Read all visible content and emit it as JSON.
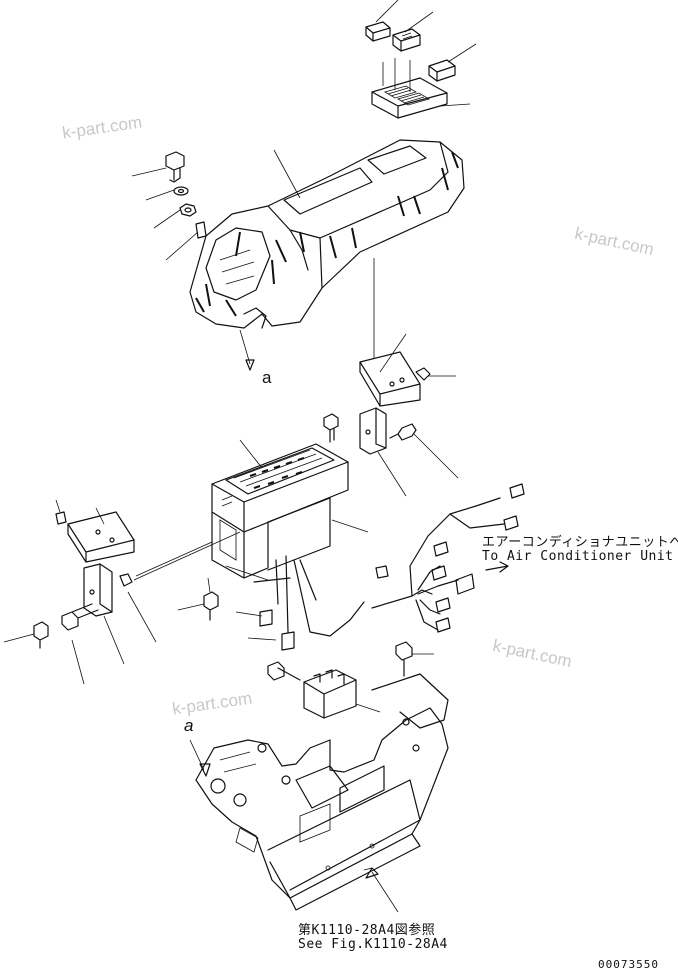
{
  "watermarks": [
    "k-part.com",
    "k-part.com",
    "k-part.com",
    "k-part.com"
  ],
  "view_marks": {
    "a_upper": "a",
    "a_lower": "a"
  },
  "air_conditioner": {
    "jp": "エアーコンディショナユニットへ",
    "en": "To Air Conditioner Unit"
  },
  "figure_ref": {
    "jp": "第K1110-28A4図参照",
    "en": "See Fig.K1110-28A4"
  },
  "drawing_number": "00073550",
  "colors": {
    "ink": "#111111",
    "watermark": "#c8c8c8",
    "background": "#ffffff"
  }
}
